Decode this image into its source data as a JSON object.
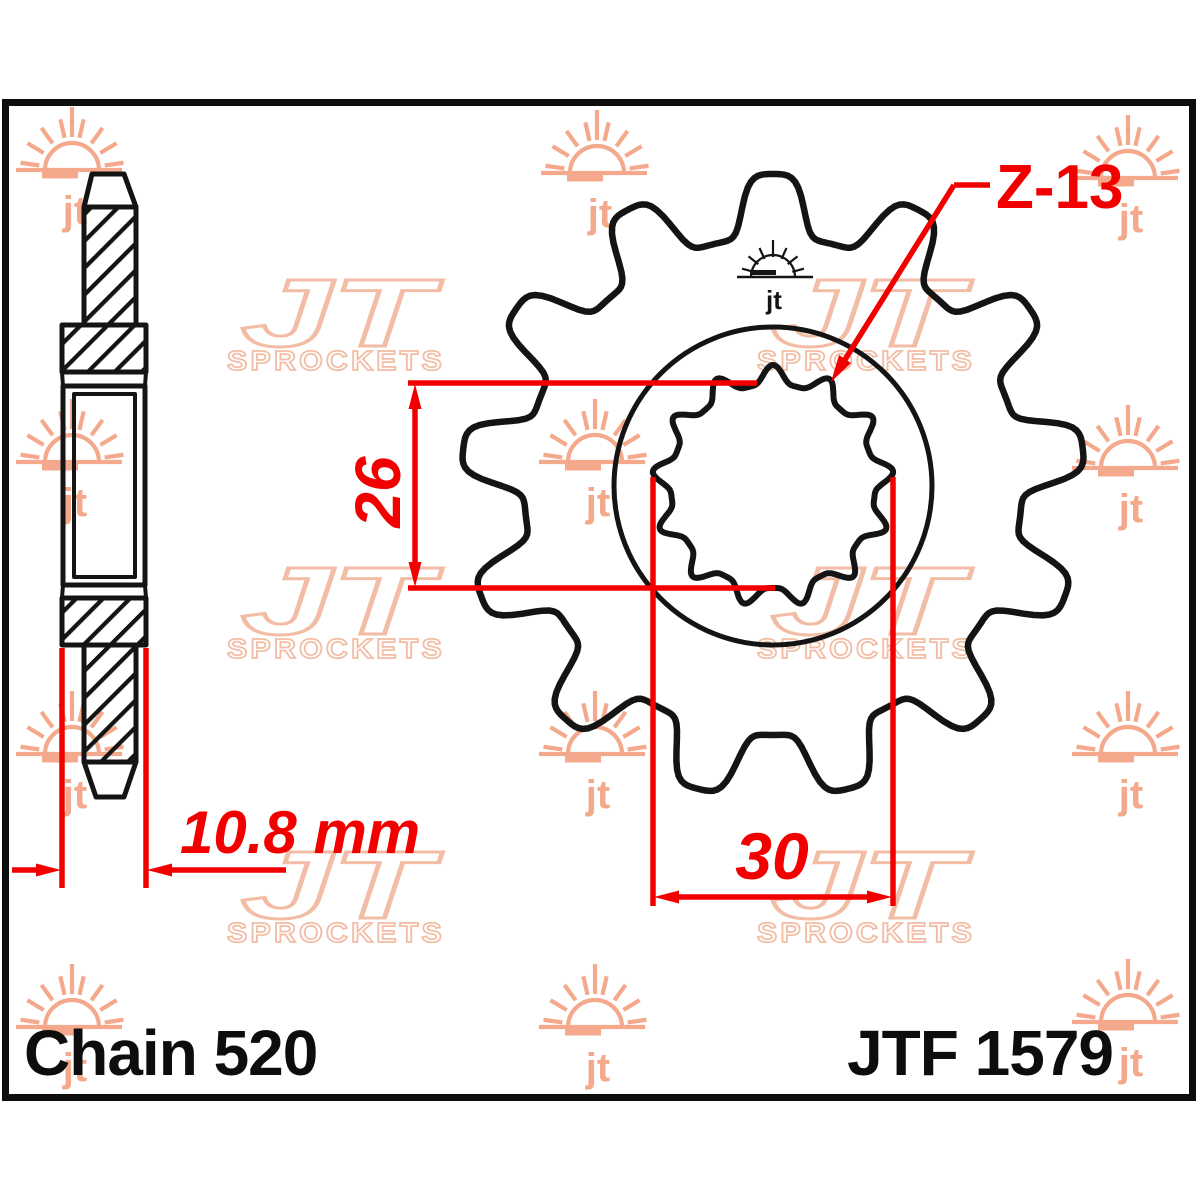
{
  "drawing": {
    "part_number": "JTF 1579",
    "chain_label": "Chain 520",
    "teeth_callout": "Z-13",
    "dim_spline_inner_mm": "26",
    "dim_spline_outer_mm": "30",
    "dim_width_mm": "10.8 mm",
    "sprocket_teeth": 13,
    "spline_teeth": 13
  },
  "watermark": {
    "logo_jt": "JT",
    "logo_sprockets": "SPROCKETS",
    "jt_small": "jt"
  },
  "colors": {
    "background": "#ffffff",
    "line_black": "#141414",
    "dimension_red": "#f20000",
    "watermark_sun": "#f4a98c",
    "watermark_logo": "#f2bda4"
  }
}
